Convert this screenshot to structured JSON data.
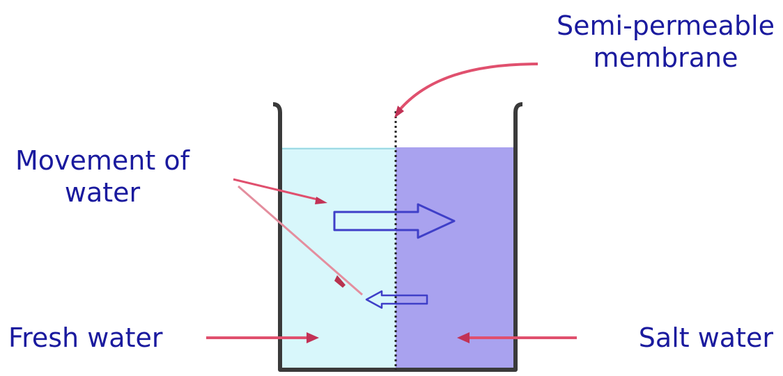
{
  "labels": {
    "membrane_line1": "Semi-permeable",
    "membrane_line2": "membrane",
    "movement_line1": "Movement of",
    "movement_line2": "water",
    "fresh": "Fresh water",
    "salt": "Salt water"
  },
  "colors": {
    "fresh_water": "#d8f7fb",
    "salt_water": "#a9a2ef",
    "beaker": "#3a3a3a",
    "membrane": "#222222",
    "arrow_outline": "#3f3fc8",
    "pointer": "#e0506e",
    "text": "#1a1a9e"
  }
}
